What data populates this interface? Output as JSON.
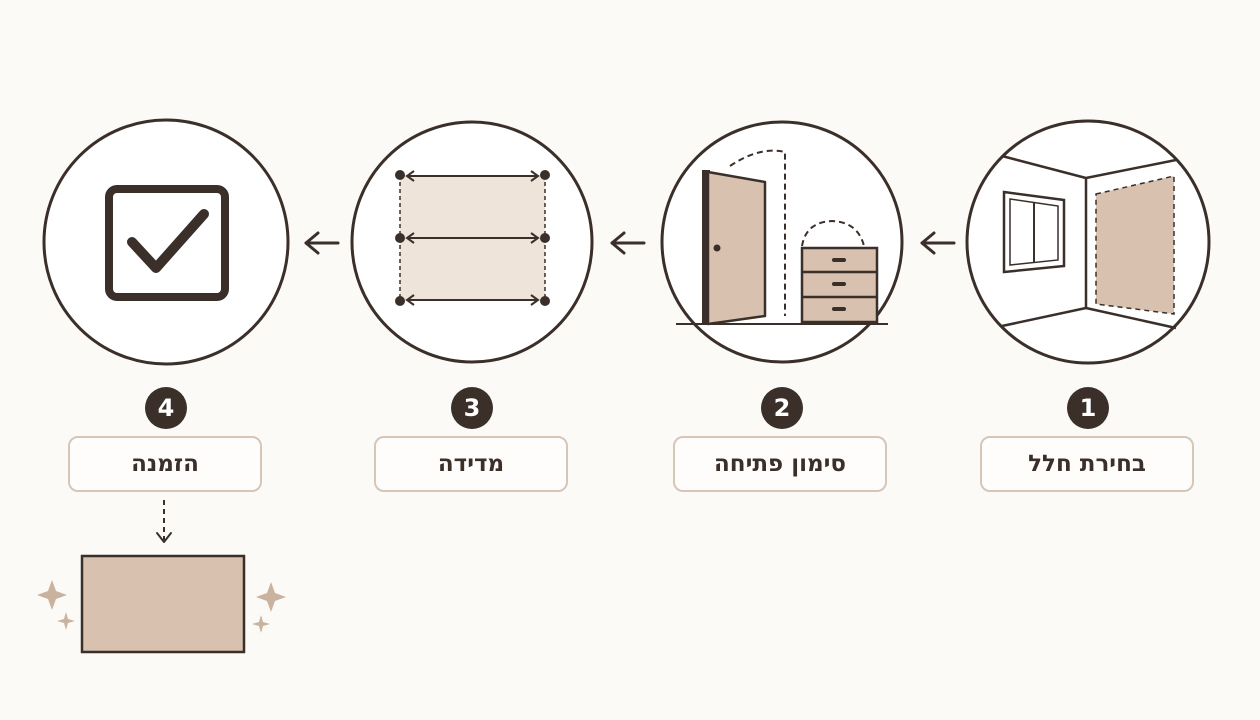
{
  "colors": {
    "background": "#fbfaf7",
    "stroke": "#3b2f2a",
    "fill": "#d8c1ae",
    "fill_light": "#efe4da",
    "label_border": "#d6c6b8",
    "sparkle": "#c9b29e"
  },
  "steps": [
    {
      "number": "1",
      "label": "בחירת חלל",
      "icon": "room-corner-icon"
    },
    {
      "number": "2",
      "label": "סימון פתיחה",
      "icon": "door-drawer-clearance-icon"
    },
    {
      "number": "3",
      "label": "מדידה",
      "icon": "measurement-grid-icon"
    },
    {
      "number": "4",
      "label": "הזמנה",
      "icon": "checkmark-icon"
    }
  ],
  "connector_icon": "arrow-left-icon",
  "result_icon": "finished-panel-icon"
}
